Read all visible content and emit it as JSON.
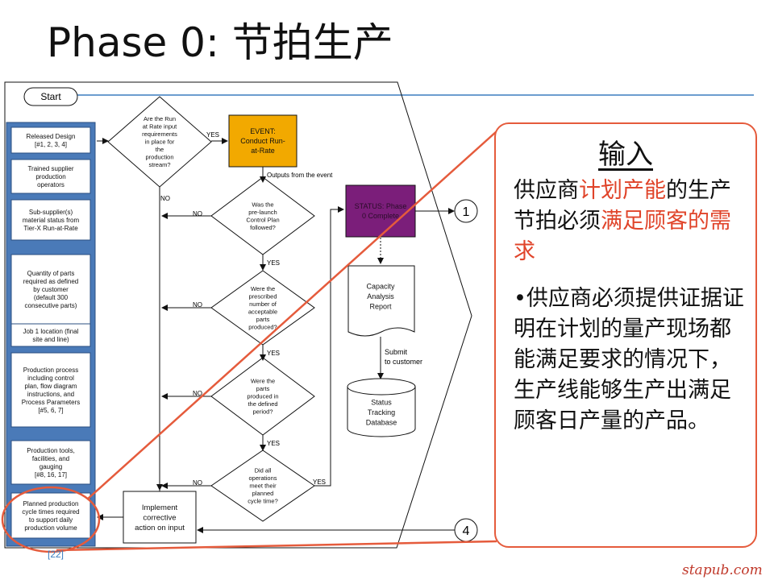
{
  "page": {
    "title": "Phase 0: 节拍生产",
    "watermark": "stapub.com",
    "reference": "[22]"
  },
  "flowchart": {
    "start": "Start",
    "inputs": [
      "Released Design\n[#1, 2, 3, 4]",
      "Trained supplier\nproduction\noperators",
      "Sub-supplier(s)\nmaterial status from\nTier-X Run-at-Rate",
      "Quantity of parts\nrequired as defined\nby customer\n(default 300\nconsecutive parts)",
      "Job 1 location (final\nsite and line)",
      "Production process\nincluding control\nplan, flow diagram\ninstructions, and\nProcess Parameters\n[#5, 6, 7]",
      "Production tools,\nfacilities, and\ngauging\n[#8, 16, 17]",
      "Planned production\ncycle times required\nto support daily\nproduction volume"
    ],
    "decisions": [
      "Are the Run\nat Rate input\nrequirements\nin place for\nthe\nproduction\nstream?",
      "Was the\npre-launch\nControl Plan\nfollowed?",
      "Were the\nprescribed\nnumber of\nacceptable\nparts\nproduced?",
      "Were the\nparts\nproduced in\nthe defined\nperiod?",
      "Did all\noperations\nmeet their\nplanned\ncycle time?"
    ],
    "event": "EVENT:\nConduct Run-\nat-Rate",
    "status": "STATUS: Phase\n0 Complete",
    "outputs_label": "Outputs from the event",
    "report": "Capacity\nAnalysis\nReport",
    "submit_label": "Submit\nto customer",
    "database": "Status\nTracking\nDatabase",
    "corrective": "Implement\ncorrective\naction on input",
    "yes": "YES",
    "no": "NO",
    "connector_1": "1",
    "connector_4": "4"
  },
  "panel": {
    "heading": "输入",
    "p1_a": "供应商",
    "p1_b": "计划产能",
    "p1_c": "的生产节拍必须",
    "p1_d": "满足顾客的需求",
    "p2": "•供应商必须提供证据证明在计划的量产现场都能满足要求的情况下，生产线能够生产出满足顾客日产量的产品。"
  },
  "colors": {
    "event_fill": "#f2a900",
    "status_fill": "#7b1e7a",
    "input_panel_fill": "#4a7ab8",
    "highlight": "#e0442a"
  }
}
